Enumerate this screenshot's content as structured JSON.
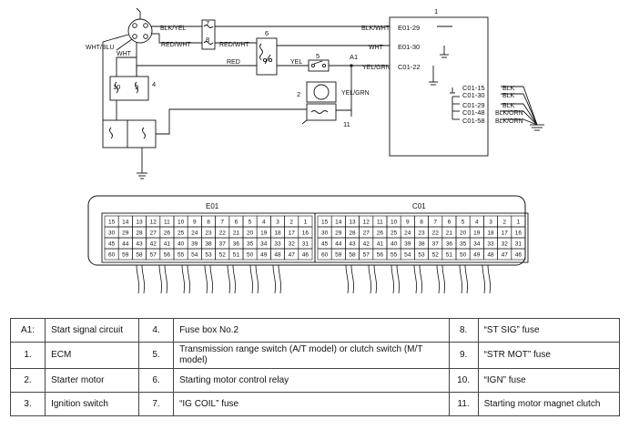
{
  "wires": {
    "blk_yel": "BLK/YEL",
    "red_wht_top": "RED/WHT",
    "red_wht_relay": "RED/WHT",
    "wht_blu": "WHT/BLU",
    "wht_short": "WHT",
    "red": "RED",
    "yel": "YEL",
    "blk_wht": "BLK/WHT",
    "wht_ecm": "WHT",
    "yel_grn_ecm": "YEL/GRN",
    "yel_grn_motor": "YEL/GRN",
    "blk_1": "BLK",
    "blk_2": "BLK",
    "blk_3": "BLK",
    "blk_orn_1": "BLK/ORN",
    "blk_orn_2": "BLK/ORN"
  },
  "terminals": {
    "e01_29": "E01-29",
    "e01_30": "E01-30",
    "c01_22": "C01-22",
    "c01_15": "C01-15",
    "c01_30": "C01-30",
    "c01_29": "C01-29",
    "c01_48": "C01-48",
    "c01_58": "C01-58"
  },
  "callouts": {
    "n1": "1",
    "n2": "2",
    "n4": "4",
    "n5": "5",
    "n6": "6",
    "n7": "7",
    "n8": "8",
    "n9": "9",
    "n10": "10",
    "n11": "11",
    "a1": "A1"
  },
  "connectors": {
    "e01": {
      "title": "E01",
      "rows": [
        [
          "15",
          "14",
          "13",
          "12",
          "11",
          "10",
          "9",
          "8",
          "7",
          "6",
          "5",
          "4",
          "3",
          "2",
          "1"
        ],
        [
          "30",
          "29",
          "28",
          "27",
          "26",
          "25",
          "24",
          "23",
          "22",
          "21",
          "20",
          "19",
          "18",
          "17",
          "16"
        ],
        [
          "45",
          "44",
          "43",
          "42",
          "41",
          "40",
          "39",
          "38",
          "37",
          "36",
          "35",
          "34",
          "33",
          "32",
          "31"
        ],
        [
          "60",
          "59",
          "58",
          "57",
          "56",
          "55",
          "54",
          "53",
          "52",
          "51",
          "50",
          "49",
          "48",
          "47",
          "46"
        ]
      ]
    },
    "c01": {
      "title": "C01",
      "rows": [
        [
          "15",
          "14",
          "13",
          "12",
          "11",
          "10",
          "9",
          "8",
          "7",
          "6",
          "5",
          "4",
          "3",
          "2",
          "1"
        ],
        [
          "30",
          "29",
          "28",
          "27",
          "26",
          "25",
          "24",
          "23",
          "22",
          "21",
          "20",
          "19",
          "18",
          "17",
          "16"
        ],
        [
          "45",
          "44",
          "43",
          "42",
          "41",
          "40",
          "39",
          "38",
          "37",
          "36",
          "35",
          "34",
          "33",
          "32",
          "31"
        ],
        [
          "60",
          "59",
          "58",
          "57",
          "56",
          "55",
          "54",
          "53",
          "52",
          "51",
          "50",
          "49",
          "48",
          "47",
          "46"
        ]
      ]
    }
  },
  "legend": [
    [
      {
        "num": "A1:",
        "text": "Start signal circuit"
      },
      {
        "num": "4.",
        "text": "Fuse box No.2"
      },
      {
        "num": "8.",
        "text": "“ST SIG” fuse"
      }
    ],
    [
      {
        "num": "1.",
        "text": "ECM"
      },
      {
        "num": "5.",
        "text": "Transmission range switch (A/T model) or clutch switch (M/T model)"
      },
      {
        "num": "9.",
        "text": "“STR MOT” fuse"
      }
    ],
    [
      {
        "num": "2.",
        "text": "Starter motor"
      },
      {
        "num": "6.",
        "text": "Starting motor control relay"
      },
      {
        "num": "10.",
        "text": "“IGN” fuse"
      }
    ],
    [
      {
        "num": "3.",
        "text": "Ignition switch"
      },
      {
        "num": "7.",
        "text": "“IG COIL” fuse"
      },
      {
        "num": "11.",
        "text": "Starting motor magnet clutch"
      }
    ]
  ]
}
